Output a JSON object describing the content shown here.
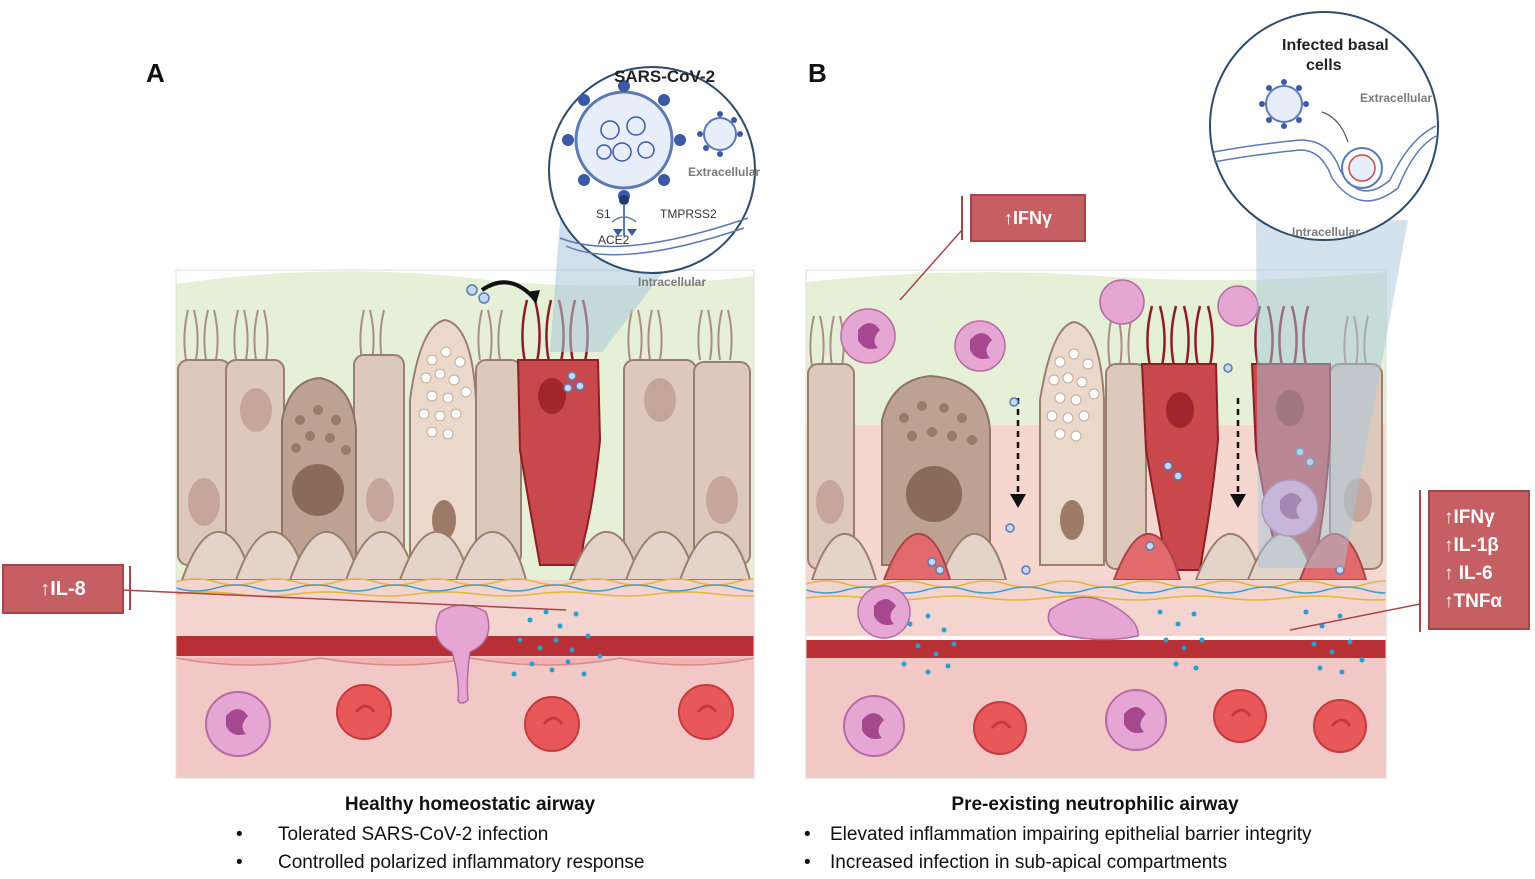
{
  "panels": {
    "a": {
      "letter": "A",
      "inset_title": "SARS-CoV-2",
      "inset_labels": {
        "extracellular": "Extracellular",
        "intracellular": "Intracellular",
        "s1": "S1",
        "tmprss2": "TMPRSS2",
        "ace2": "ACE2"
      },
      "tag": "↑IL-8",
      "caption_title": "Healthy homeostatic airway",
      "bullets": [
        "Tolerated SARS-CoV-2 infection",
        "Controlled polarized inflammatory response"
      ]
    },
    "b": {
      "letter": "B",
      "inset_title_line1": "Infected basal",
      "inset_title_line2": "cells",
      "inset_labels": {
        "extracellular": "Extracellular",
        "intracellular": "Intracellular"
      },
      "tag_top": "↑IFNγ",
      "tag_side": [
        "↑IFNγ",
        "↑IL-1β",
        "↑ IL-6",
        "↑TNFα"
      ],
      "caption_title": "Pre-existing neutrophilic airway",
      "bullets": [
        "Elevated inflammation impairing epithelial barrier integrity",
        "Increased infection in sub-apical compartments"
      ]
    }
  },
  "bullet_symbol": "•",
  "colors": {
    "mucus": "#e6f0d6",
    "epithelium": "#ddc8bc",
    "infected_cell": "#c9484c",
    "vessel": "#b83035",
    "blood": "#f2c8c6",
    "tag": "#c65f63",
    "neutrophil": "#e6a6d4",
    "rbc": "#e8585a",
    "cytokine": "#2b9fd0"
  }
}
